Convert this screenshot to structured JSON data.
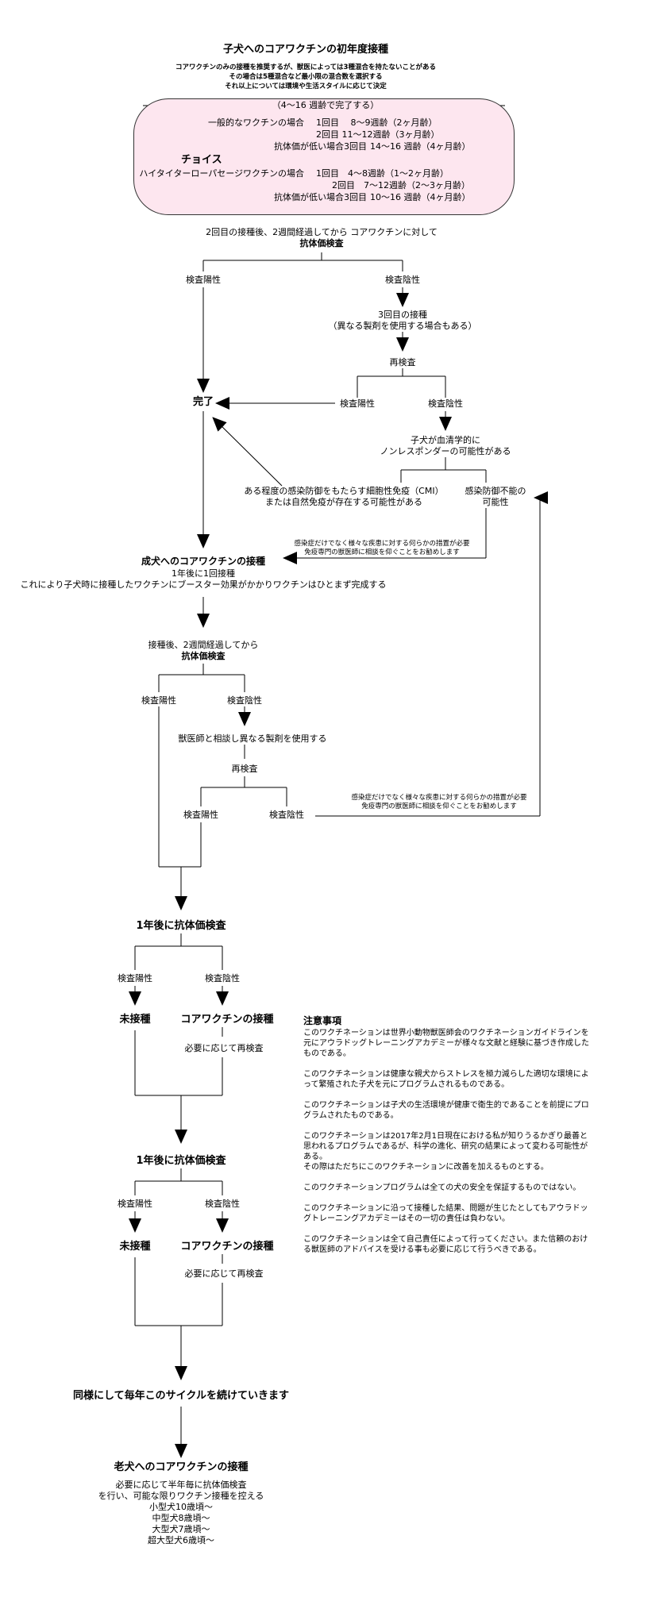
{
  "header": {
    "title": "子犬へのコアワクチンの初年度接種",
    "sub1": "コアワクチンのみの接種を推奨するが、獣医によっては3種混合を持たないことがある",
    "sub2": "その場合は5種混合など最小限の混合数を選択する",
    "sub3": "それ以上については環境や生活スタイルに応じて決定"
  },
  "schedule_box": {
    "period": "（4〜16 週齢で完了する）",
    "general_label": "一般的なワクチンの場合",
    "general_1": "1回目　 8〜9週齢（2ヶ月齢）",
    "general_2": "2回目 11〜12週齢（3ヶ月齢）",
    "general_low_label": "抗体価が低い場合3回目",
    "general_3": "14〜16 週齢（4ヶ月齢）",
    "choice": "チョイス",
    "high_label": "ハイタイターローパセージワクチンの場合",
    "high_1": "1回目　4〜8週齢（1〜2ヶ月齢）",
    "high_2": "2回目　7〜12週齢（2〜3ヶ月齢）",
    "high_low_label": "抗体価が低い場合3回目",
    "high_3": "10〜16 週齢（4ヶ月齢）"
  },
  "puppy_flow": {
    "after_second": "2回目の接種後、2週間経過してから コアワクチンに対して",
    "antibody_test": "抗体価検査",
    "positive": "検査陽性",
    "negative": "検査陰性",
    "third_dose": "3回目の接種",
    "third_dose_note": "（異なる製剤を使用する場合もある）",
    "retest": "再検査",
    "done": "完了",
    "retest_positive": "検査陽性",
    "retest_negative": "検査陰性",
    "nonresponder_1": "子犬が血清学的に",
    "nonresponder_2": "ノンレスポンダーの可能性がある",
    "cmi_1": "ある程度の感染防御をもたらす細胞性免疫（CMI）",
    "cmi_2": "または自然免疫が存在する可能性がある",
    "no_protection_1": "感染防御不能の",
    "no_protection_2": "可能性",
    "advice_1": "感染症だけでなく様々な疾患に対する何らかの措置が必要",
    "advice_2": "免疫専門の獣医師に相談を仰ぐことをお勧めします"
  },
  "adult_flow": {
    "title": "成犬へのコアワクチンの接種",
    "once": "1年後に1回接種",
    "booster": "これにより子犬時に接種したワクチンにブースター効果がかかりワクチンはひとまず完成する",
    "after": "接種後、2週間経過してから",
    "antibody_test": "抗体価検査",
    "positive": "検査陽性",
    "negative": "検査陰性",
    "consult": "獣医師と相談し異なる製剤を使用する",
    "retest": "再検査",
    "retest_positive": "検査陽性",
    "retest_negative": "検査陰性",
    "advice_1": "感染症だけでなく様々な疾患に対する何らかの措置が必要",
    "advice_2": "免疫専門の獣医師に相談を仰ぐことをお勧めします"
  },
  "yearly_1": {
    "title": "1年後に抗体価検査",
    "positive": "検査陽性",
    "negative": "検査陰性",
    "no_vaccine": "未接種",
    "core_vaccine": "コアワクチンの接種",
    "retest_if_needed": "必要に応じて再検査"
  },
  "yearly_2": {
    "title": "1年後に抗体価検査",
    "positive": "検査陽性",
    "negative": "検査陰性",
    "no_vaccine": "未接種",
    "core_vaccine": "コアワクチンの接種",
    "retest_if_needed": "必要に応じて再検査"
  },
  "cycle": "同様にして毎年このサイクルを続けていきます",
  "senior": {
    "title": "老犬へのコアワクチンの接種",
    "line1": "必要に応じて半年毎に抗体価検査",
    "line2": "を行い、可能な限りワクチン接種を控える",
    "small": "小型犬10歳頃〜",
    "medium": "中型犬8歳頃〜",
    "large": "大型犬7歳頃〜",
    "giant": "超大型犬6歳頃〜"
  },
  "notes": {
    "title": "注意事項",
    "p1": "このワクチネーションは世界小動物獣医師会のワクチネーションガイドラインを元にアウラドッグトレーニングアカデミーが様々な文献と経験に基づき作成したものである。",
    "p2": "このワクチネーションは健康な親犬からストレスを極力減らした適切な環境によって繁殖された子犬を元にプログラムされるものである。",
    "p3": "このワクチネーションは子犬の生活環境が健康で衛生的であることを前提にプログラムされたものである。",
    "p4": "このワクチネーションは2017年2月1日現在における私が知りうるかぎり最善と思われるプログラムであるが、科学の進化、研究の結果によって変わる可能性がある。",
    "p4b": "その際はただちにこのワクチネーションに改善を加えるものとする。",
    "p5": "このワクチネーションプログラムは全ての犬の安全を保証するものではない。",
    "p6": "このワクチネーションに沿って接種した結果、問題が生じたとしてもアウラドッグトレーニングアカデミーはその一切の責任は負わない。",
    "p7": "このワクチネーションは全て自己責任によって行ってください。また信頼のおける獣医師のアドバイスを受ける事も必要に応じて行うべきである。"
  }
}
